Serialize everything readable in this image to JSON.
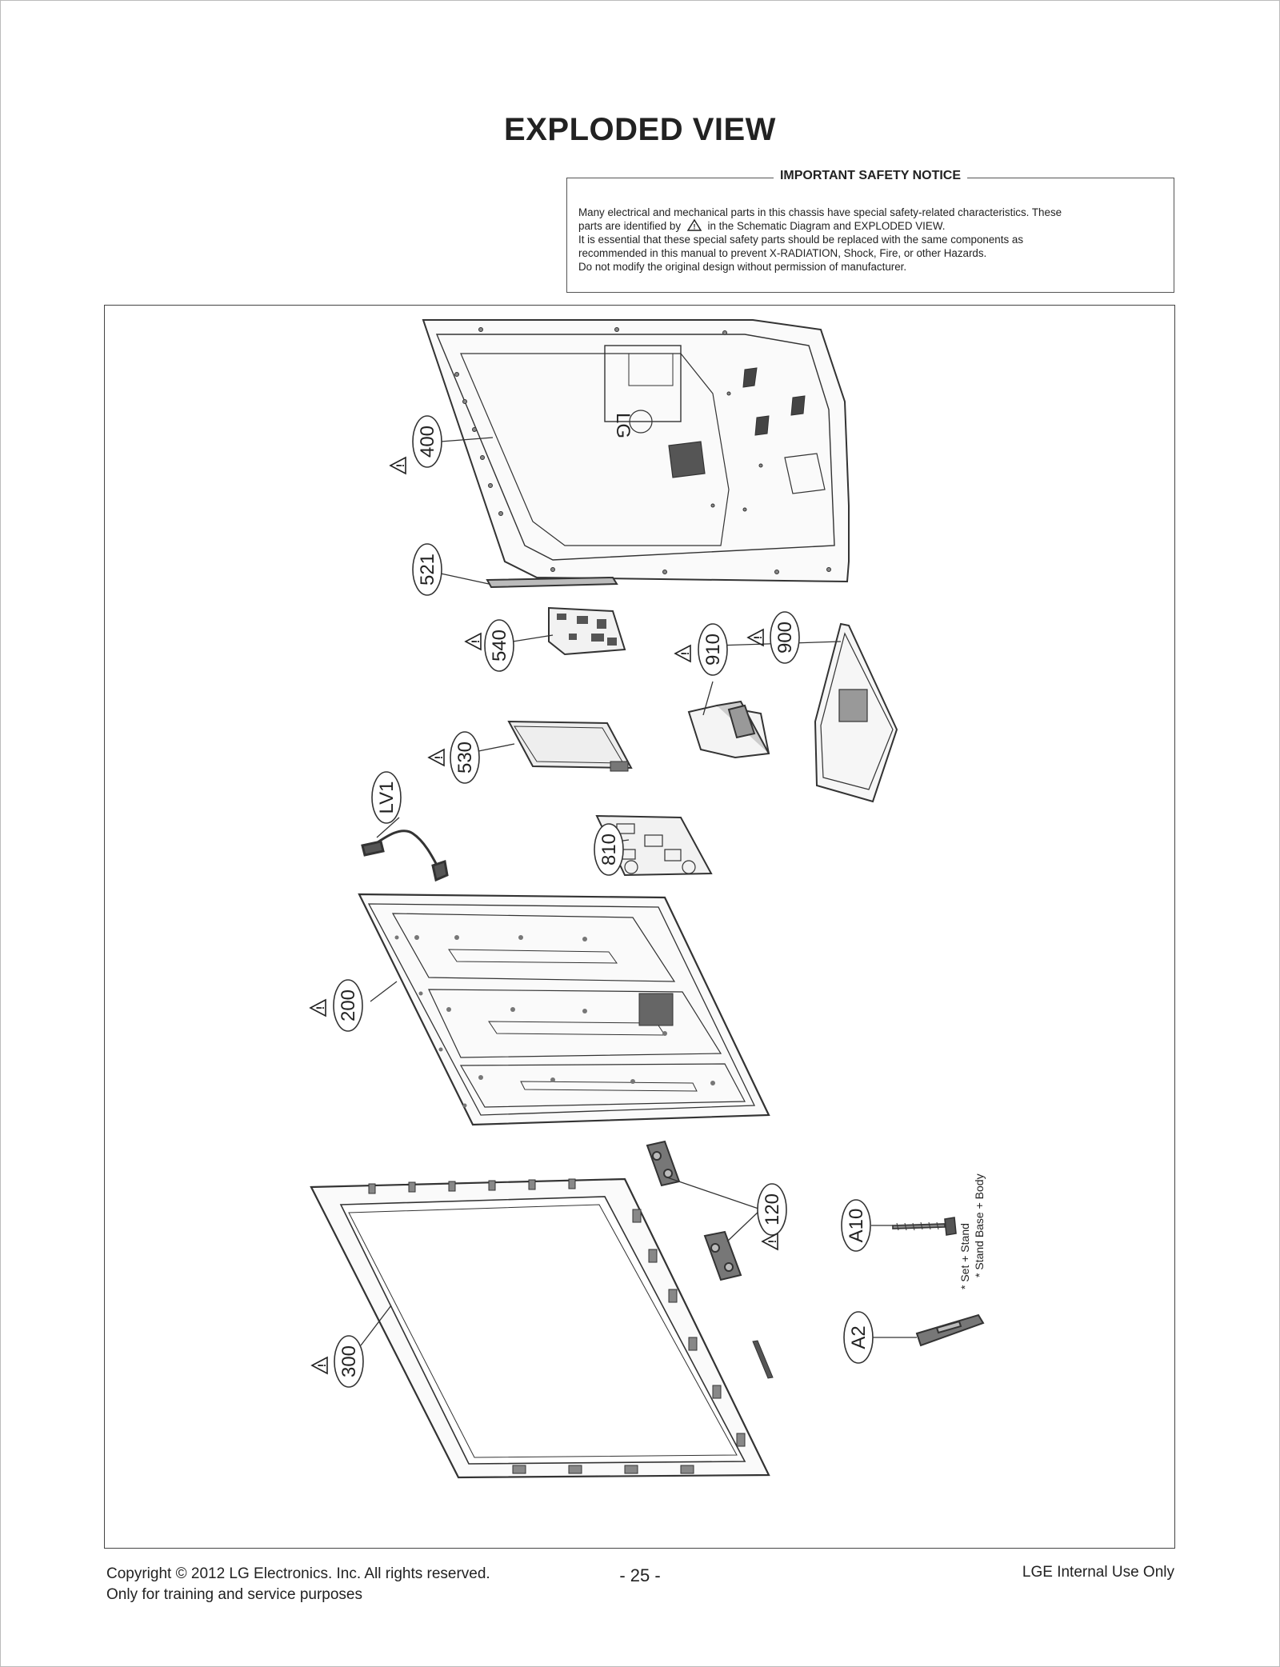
{
  "page": {
    "title": "EXPLODED VIEW"
  },
  "notice": {
    "heading": "IMPORTANT SAFETY NOTICE",
    "line1": "Many electrical and mechanical parts in this chassis have special safety-related characteristics. These",
    "line2a": "parts are identified by",
    "line2b": "in the Schematic Diagram and EXPLODED VIEW.",
    "line3": "It is essential that these special safety parts should be replaced with the same components as",
    "line4": "recommended in this manual to prevent X-RADIATION, Shock, Fire, or other Hazards.",
    "line5": "Do not modify the original design without permission of manufacturer."
  },
  "diagram": {
    "logo": "LG",
    "labels": {
      "p400": "400",
      "p521": "521",
      "p540": "540",
      "p910": "910",
      "p900": "900",
      "p530": "530",
      "pLV1": "LV1",
      "p810": "810",
      "p200": "200",
      "p120": "120",
      "pA10": "A10",
      "p300": "300",
      "pA2": "A2"
    },
    "notes": {
      "set_stand": "* Set + Stand",
      "stand_base_body": "* Stand Base + Body"
    }
  },
  "footer": {
    "copyright": "Copyright © 2012 LG Electronics. Inc. All rights reserved.",
    "training": "Only for training and service purposes",
    "page_number": "- 25 -",
    "internal": "LGE Internal Use Only"
  }
}
